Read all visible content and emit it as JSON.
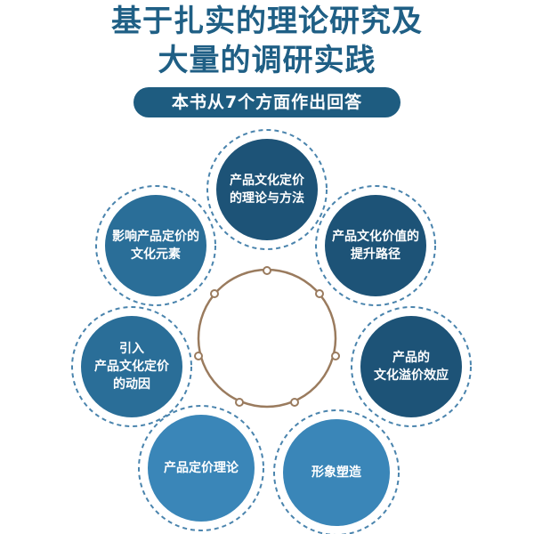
{
  "header": {
    "title_line1": "基于扎实的理论研究及",
    "title_line2": "大量的调研实践",
    "banner": "本书从7个方面作出回答"
  },
  "colors": {
    "title": "#1f5f85",
    "banner": "#1e5c80",
    "node_dark": "#1d5377",
    "node_mid": "#2a6e98",
    "node_light": "#3a86b8",
    "ring": "#9a7b5e",
    "dashed": "#4a84ad"
  },
  "nodes": [
    {
      "id": "n1",
      "label": "产品文化定价\n的理论与方法"
    },
    {
      "id": "n2",
      "label": "产品文化价值的\n提升路径"
    },
    {
      "id": "n3",
      "label": "产品的\n文化溢价效应"
    },
    {
      "id": "n4",
      "label": "形象塑造"
    },
    {
      "id": "n5",
      "label": "产品定价理论"
    },
    {
      "id": "n6",
      "label": "引入\n产品文化定价\n的动因"
    },
    {
      "id": "n7",
      "label": "影响产品定价的\n文化元素"
    }
  ]
}
